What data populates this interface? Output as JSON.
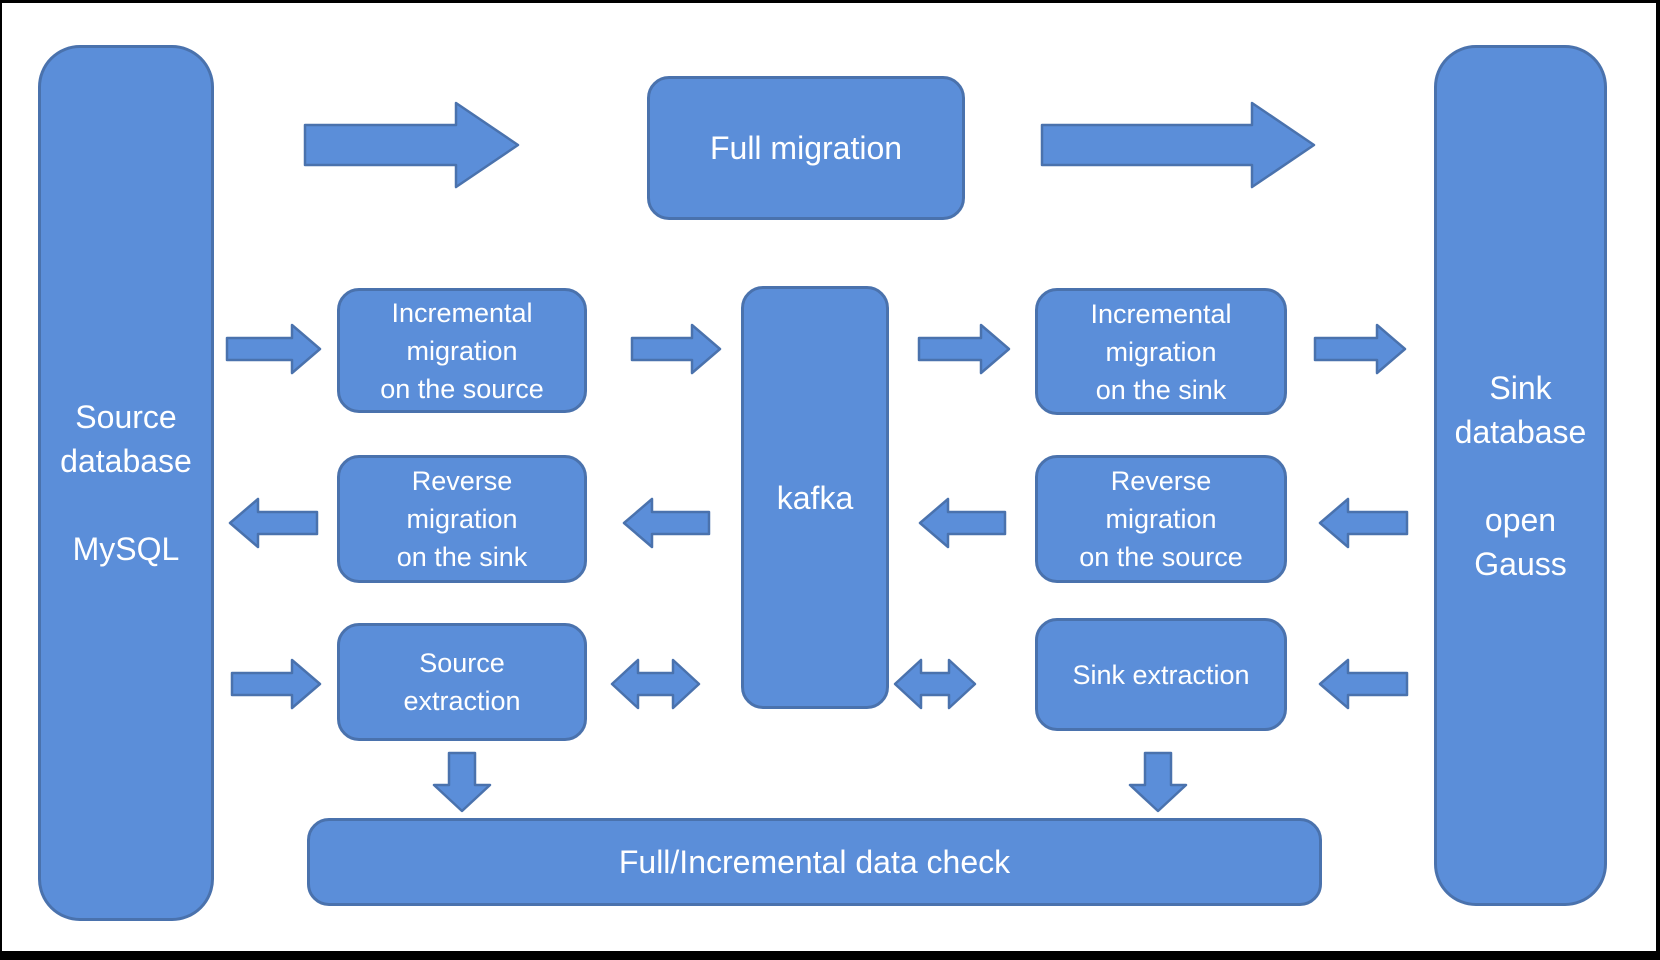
{
  "colors": {
    "background": "#ffffff",
    "frame": "#000000",
    "shape_fill": "#5b8ed9",
    "shape_border": "#4a72ad",
    "text": "#ffffff"
  },
  "nodes": {
    "source_database": "Source\ndatabase\n\nMySQL",
    "sink_database": "Sink\ndatabase\n\nopen\nGauss",
    "full_migration": "Full migration",
    "kafka": "kafka",
    "incremental_migration_on_the_source": "Incremental\nmigration\non the source",
    "reverse_migration_on_the_sink": "Reverse\nmigration\non the sink",
    "source_extraction": "Source\nextraction",
    "incremental_migration_on_the_sink": "Incremental\nmigration\non the sink",
    "reverse_migration_on_the_source": "Reverse\nmigration\non the source",
    "sink_extraction": "Sink extraction",
    "full_incremental_data_check": "Full/Incremental data check"
  }
}
